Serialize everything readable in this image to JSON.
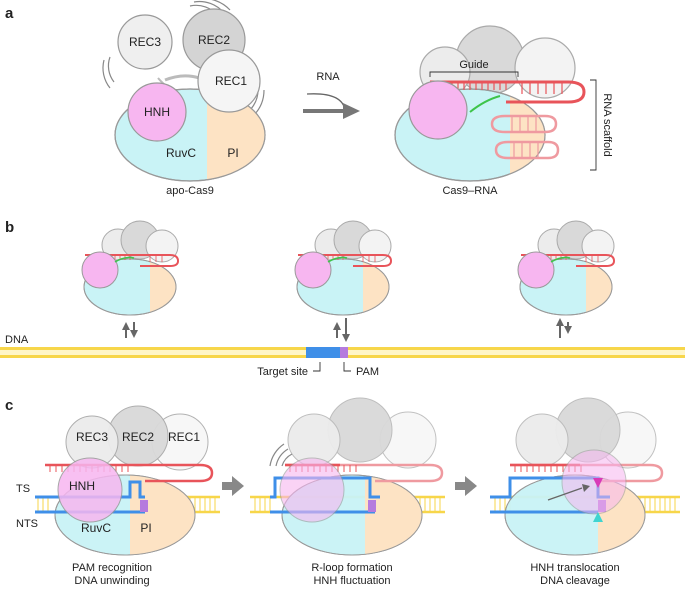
{
  "panels": {
    "a": {
      "letter": "a",
      "apo": {
        "rec3": "REC3",
        "rec2": "REC2",
        "rec1": "REC1",
        "hnh": "HNH",
        "ruvc": "RuvC",
        "pi": "PI",
        "caption": "apo-Cas9"
      },
      "arrow_label": "RNA",
      "complex": {
        "guide": "Guide",
        "scaffold": "RNA scaffold",
        "caption": "Cas9–RNA"
      }
    },
    "b": {
      "letter": "b",
      "dna_label": "DNA",
      "target_site": "Target site",
      "pam": "PAM"
    },
    "c": {
      "letter": "c",
      "ts": "TS",
      "nts": "NTS",
      "rec3": "REC3",
      "rec2": "REC2",
      "rec1": "REC1",
      "hnh": "HNH",
      "ruvc": "RuvC",
      "pi": "PI",
      "captions": [
        [
          "PAM recognition",
          "DNA unwinding"
        ],
        [
          "R-loop formation",
          "HNH fluctuation"
        ],
        [
          "HNH translocation",
          "DNA cleavage"
        ]
      ]
    }
  },
  "colors": {
    "ruvc": "#c9f3f6",
    "pi": "#fde3c4",
    "hnh": "#f7b6f0",
    "rec": "#e4e4e4",
    "rna": "#e8545a",
    "dna": "#f7d64a",
    "target": "#3f8fe8",
    "pam": "#b57bde"
  }
}
